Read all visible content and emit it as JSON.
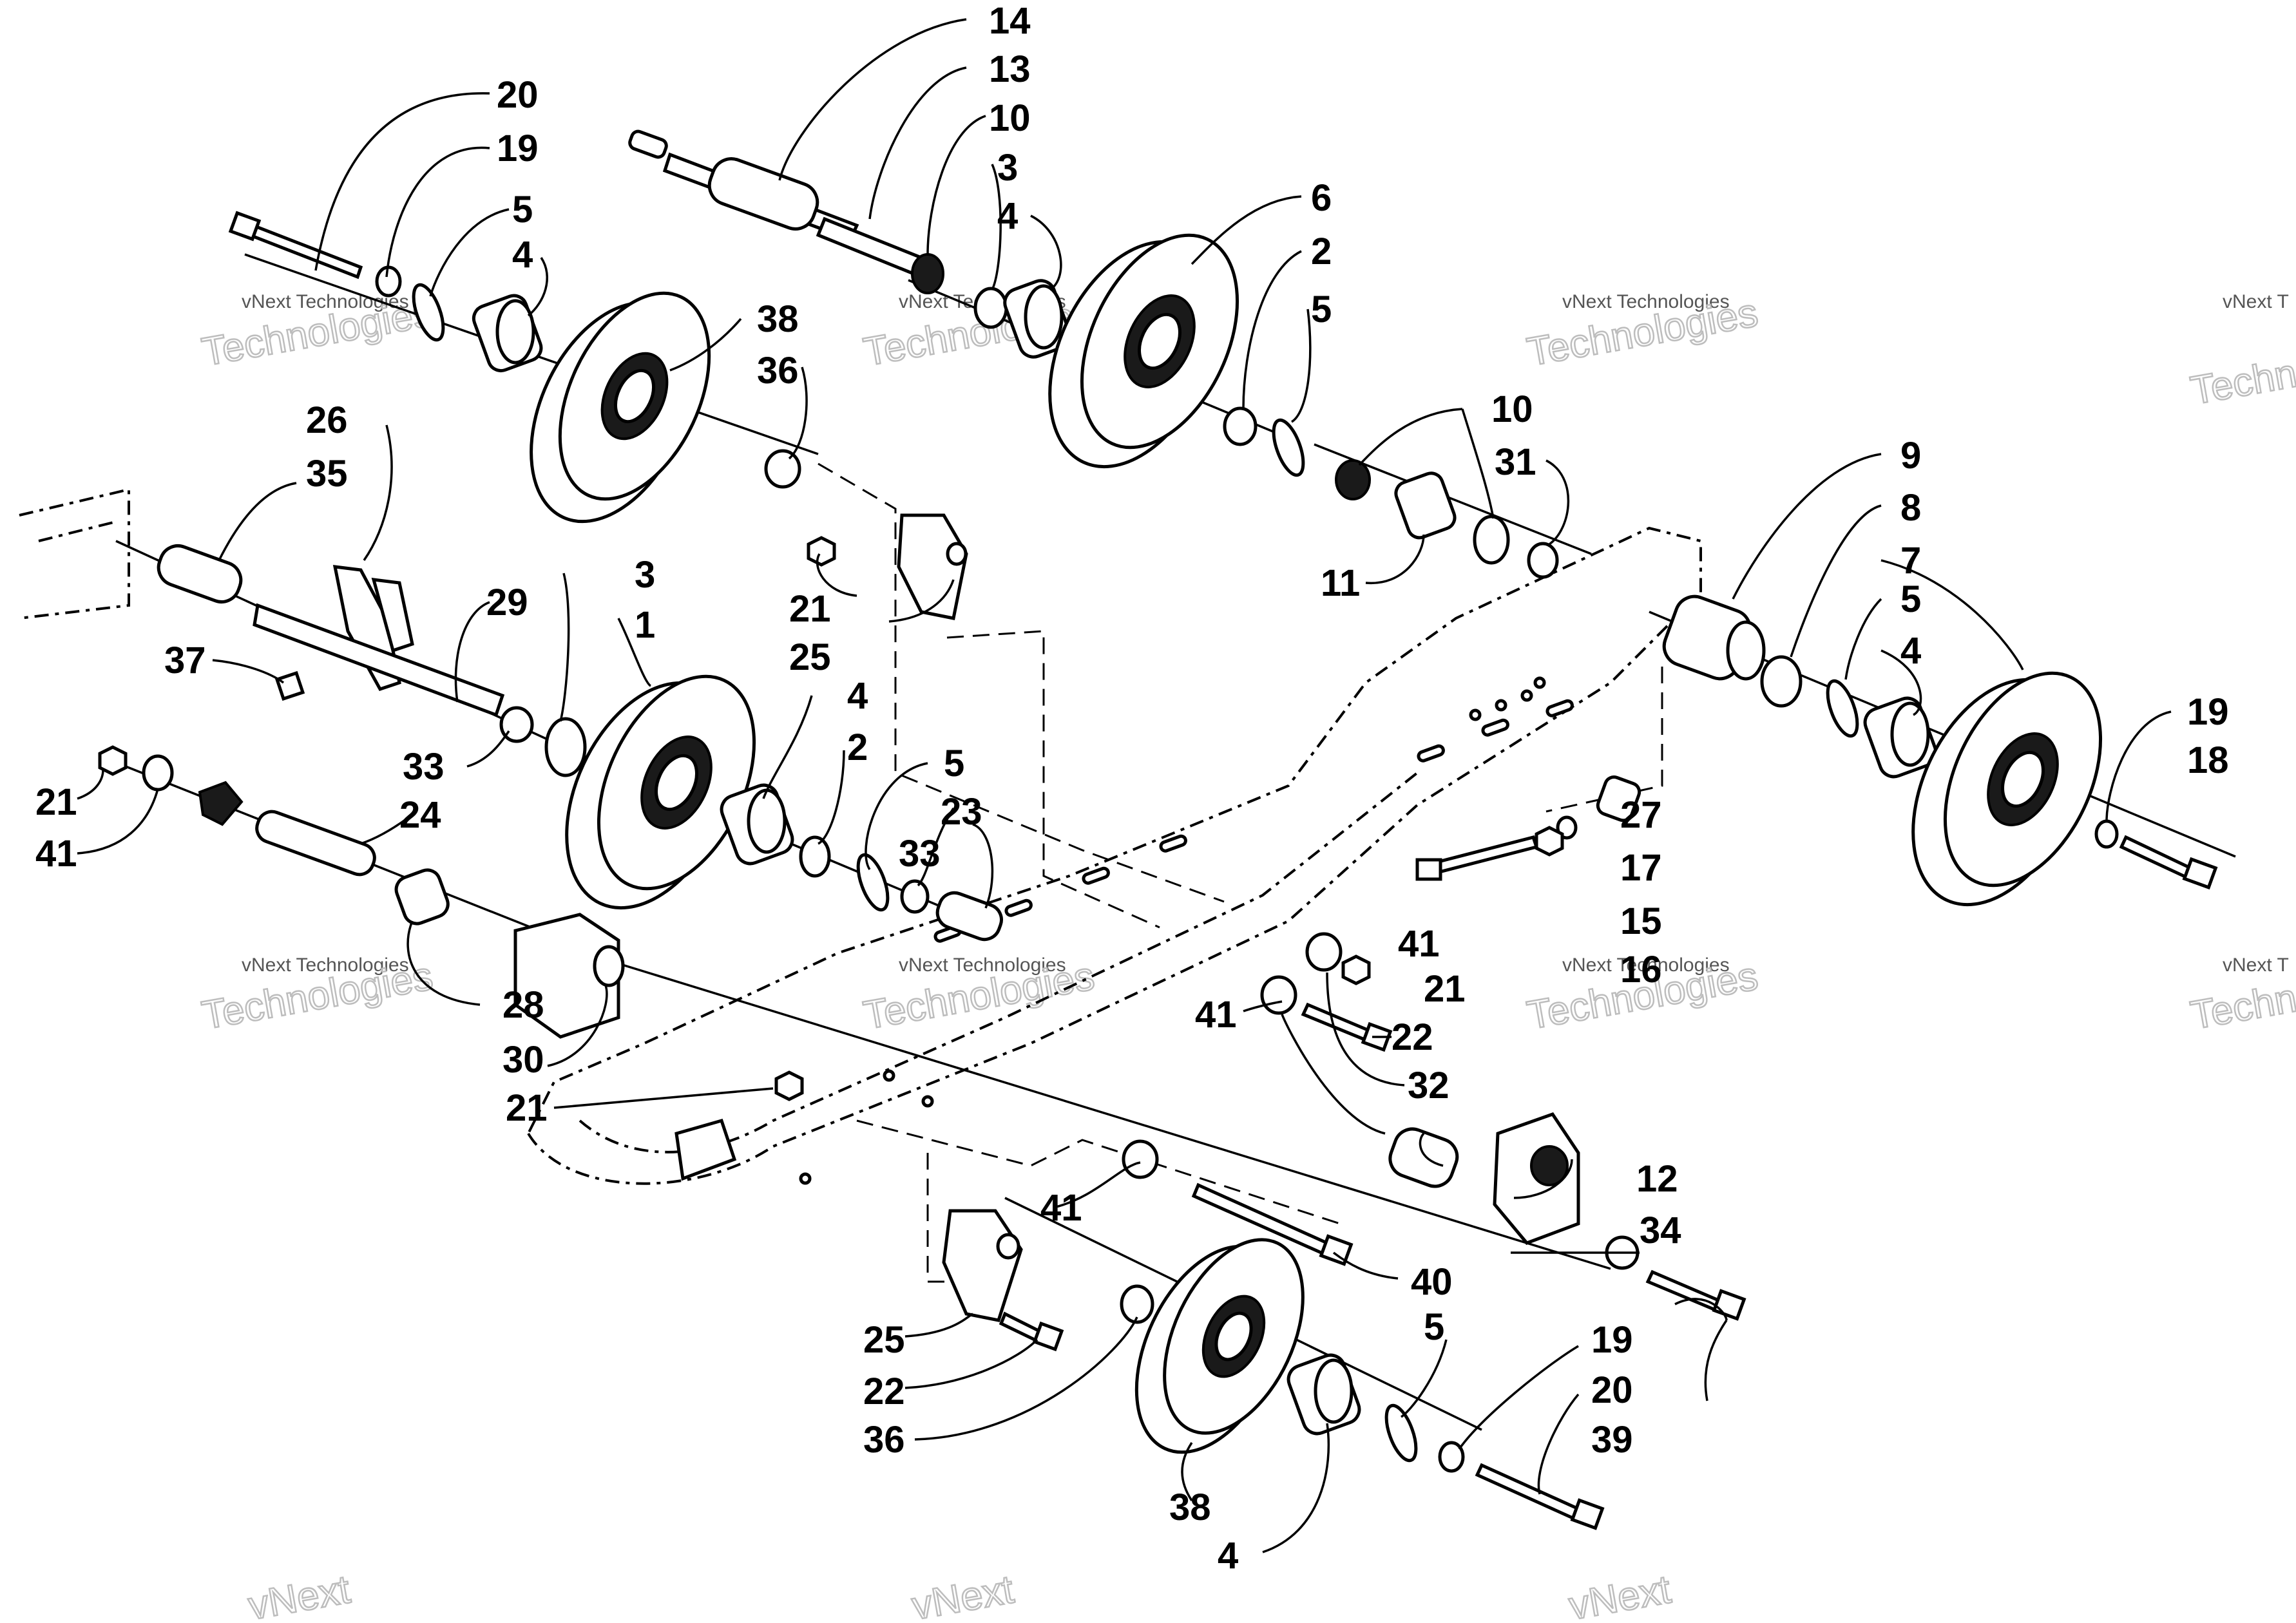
{
  "watermark": {
    "brand": "vNext Technologies",
    "big": "Technologies",
    "corner_small": "vNext T",
    "corner_big": "Techn",
    "bottom": "vNext"
  },
  "callouts": {
    "c1": "1",
    "c2a": "2",
    "c2b": "2",
    "c3a": "3",
    "c3b": "3",
    "c4a": "4",
    "c4b": "4",
    "c4c": "4",
    "c4d": "4",
    "c4e": "4",
    "c5a": "5",
    "c5b": "5",
    "c5c": "5",
    "c5d": "5",
    "c5e": "5",
    "c6": "6",
    "c7": "7",
    "c8": "8",
    "c9": "9",
    "c10a": "10",
    "c10b": "10",
    "c11": "11",
    "c12": "12",
    "c13": "13",
    "c14": "14",
    "c15": "15",
    "c16": "16",
    "c17": "17",
    "c18": "18",
    "c19a": "19",
    "c19b": "19",
    "c19c": "19",
    "c20a": "20",
    "c20b": "20",
    "c21a": "21",
    "c21b": "21",
    "c21c": "21",
    "c21d": "21",
    "c22a": "22",
    "c22b": "22",
    "c23": "23",
    "c24": "24",
    "c25a": "25",
    "c25b": "25",
    "c26": "26",
    "c27": "27",
    "c28": "28",
    "c29": "29",
    "c30": "30",
    "c31": "31",
    "c32": "32",
    "c33a": "33",
    "c33b": "33",
    "c34": "34",
    "c35": "35",
    "c36a": "36",
    "c36b": "36",
    "c37": "37",
    "c38a": "38",
    "c38b": "38",
    "c39": "39",
    "c40": "40",
    "c41a": "41",
    "c41b": "41",
    "c41c": "41",
    "c41d": "41"
  }
}
